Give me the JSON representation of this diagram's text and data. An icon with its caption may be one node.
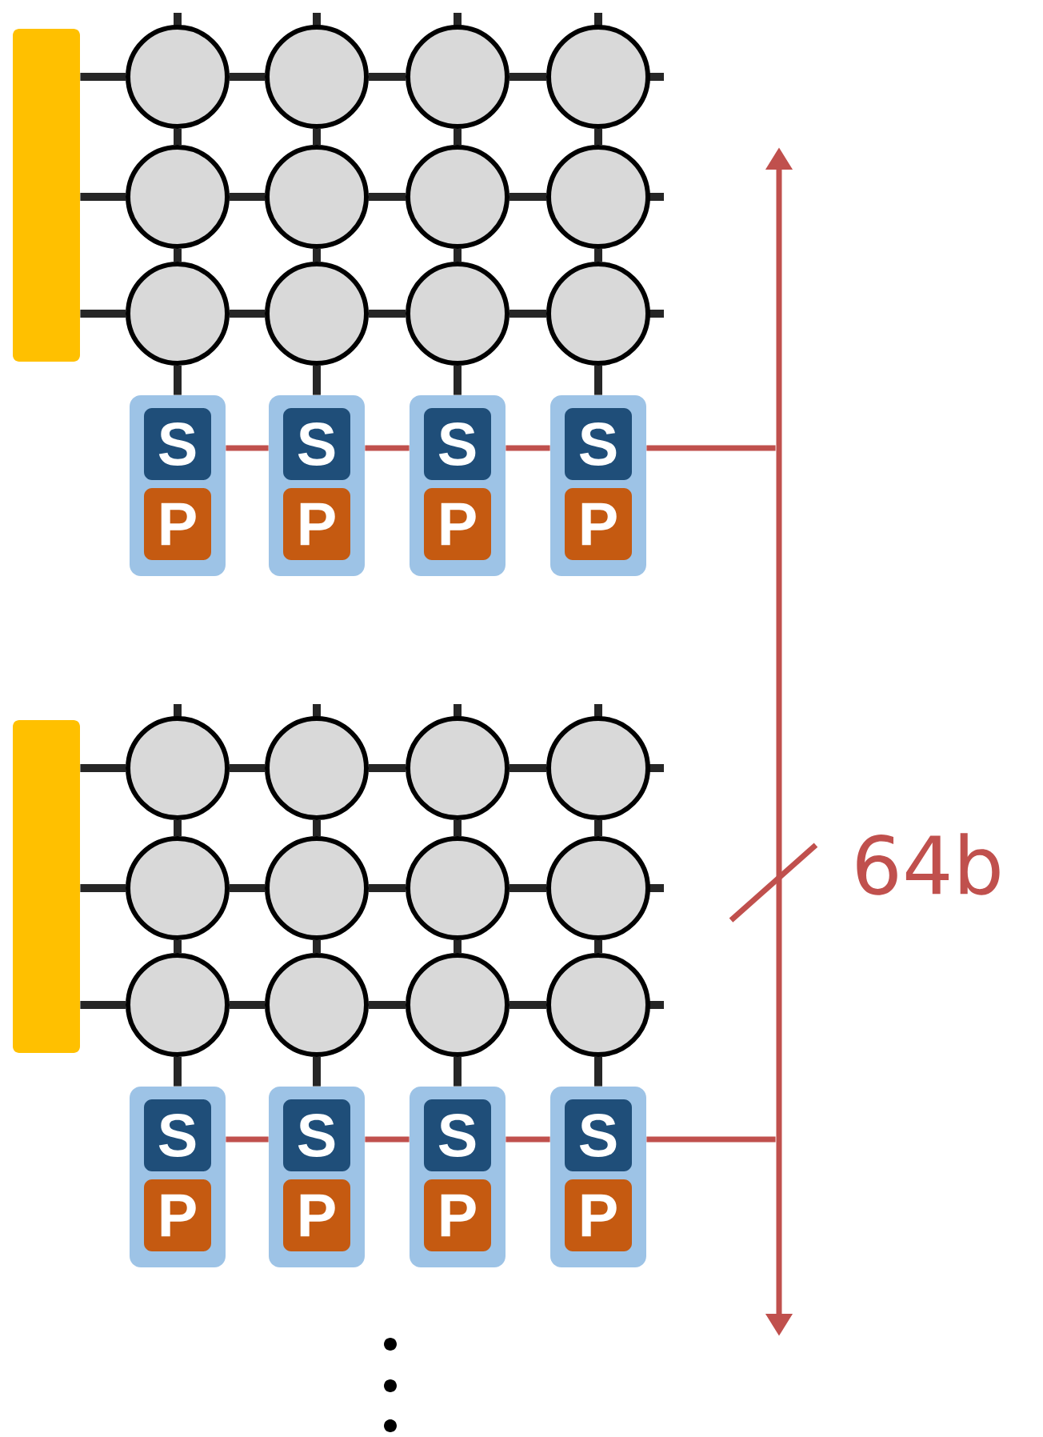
{
  "diagram": {
    "nodes": [
      {
        "text": [],
        "shape": "bar"
      },
      {
        "text": [],
        "shape": "circle"
      },
      {
        "text": [],
        "shape": "circle"
      },
      {
        "text": [],
        "shape": "circle"
      },
      {
        "text": [],
        "shape": "circle"
      },
      {
        "text": [],
        "shape": "circle"
      },
      {
        "text": [],
        "shape": "circle"
      },
      {
        "text": [],
        "shape": "circle"
      },
      {
        "text": [],
        "shape": "circle"
      },
      {
        "text": [],
        "shape": "circle"
      },
      {
        "text": [],
        "shape": "circle"
      },
      {
        "text": [],
        "shape": "circle"
      },
      {
        "text": [],
        "shape": "circle"
      },
      {
        "text": [],
        "shape": "box"
      },
      {
        "text": [
          "S"
        ],
        "in": 13
      },
      {
        "text": [
          "P"
        ],
        "in": 13
      },
      {
        "text": [],
        "shape": "box"
      },
      {
        "text": [
          "S"
        ],
        "in": 16
      },
      {
        "text": [
          "P"
        ],
        "in": 16
      },
      {
        "text": [],
        "shape": "box"
      },
      {
        "text": [
          "S"
        ],
        "in": 19
      },
      {
        "text": [
          "P"
        ],
        "in": 19
      },
      {
        "text": [],
        "shape": "box"
      },
      {
        "text": [
          "S"
        ],
        "in": 22
      },
      {
        "text": [
          "P"
        ],
        "in": 22
      },
      {
        "text": [],
        "shape": "bar"
      },
      {
        "text": [],
        "shape": "circle"
      },
      {
        "text": [],
        "shape": "circle"
      },
      {
        "text": [],
        "shape": "circle"
      },
      {
        "text": [],
        "shape": "circle"
      },
      {
        "text": [],
        "shape": "circle"
      },
      {
        "text": [],
        "shape": "circle"
      },
      {
        "text": [],
        "shape": "circle"
      },
      {
        "text": [],
        "shape": "circle"
      },
      {
        "text": [],
        "shape": "circle"
      },
      {
        "text": [],
        "shape": "circle"
      },
      {
        "text": [],
        "shape": "circle"
      },
      {
        "text": [],
        "shape": "circle"
      },
      {
        "text": [],
        "shape": "box"
      },
      {
        "text": [
          "S"
        ],
        "in": 38
      },
      {
        "text": [
          "P"
        ],
        "in": 38
      },
      {
        "text": [],
        "shape": "box"
      },
      {
        "text": [
          "S"
        ],
        "in": 41
      },
      {
        "text": [
          "P"
        ],
        "in": 41
      },
      {
        "text": [],
        "shape": "box"
      },
      {
        "text": [
          "S"
        ],
        "in": 44
      },
      {
        "text": [
          "P"
        ],
        "in": 44
      },
      {
        "text": [],
        "shape": "box"
      },
      {
        "text": [
          "S"
        ],
        "in": 47
      },
      {
        "text": [
          "P"
        ],
        "in": 47
      },
      {
        "text": [],
        "shape": "bar",
        "beside": [
          "64b"
        ]
      }
    ],
    "edges": [
      {
        "from": 0,
        "to": 1,
        "arrow": "none"
      },
      {
        "from": 0,
        "to": 5,
        "arrow": "none"
      },
      {
        "from": 0,
        "to": 9,
        "arrow": "none"
      },
      {
        "from": 1,
        "to": 2,
        "arrow": "none"
      },
      {
        "from": 2,
        "to": 3,
        "arrow": "none"
      },
      {
        "from": 3,
        "to": 4,
        "arrow": "none"
      },
      {
        "from": 5,
        "to": 6,
        "arrow": "none"
      },
      {
        "from": 6,
        "to": 7,
        "arrow": "none"
      },
      {
        "from": 7,
        "to": 8,
        "arrow": "none"
      },
      {
        "from": 9,
        "to": 10,
        "arrow": "none"
      },
      {
        "from": 10,
        "to": 11,
        "arrow": "none"
      },
      {
        "from": 11,
        "to": 12,
        "arrow": "none"
      },
      {
        "from": 1,
        "to": 5,
        "arrow": "none"
      },
      {
        "from": 2,
        "to": 6,
        "arrow": "none"
      },
      {
        "from": 3,
        "to": 7,
        "arrow": "none"
      },
      {
        "from": 4,
        "to": 8,
        "arrow": "none"
      },
      {
        "from": 5,
        "to": 9,
        "arrow": "none"
      },
      {
        "from": 6,
        "to": 10,
        "arrow": "none"
      },
      {
        "from": 7,
        "to": 11,
        "arrow": "none"
      },
      {
        "from": 8,
        "to": 12,
        "arrow": "none"
      },
      {
        "from": 9,
        "to": 13,
        "arrow": "none"
      },
      {
        "from": 10,
        "to": 16,
        "arrow": "none"
      },
      {
        "from": 11,
        "to": 19,
        "arrow": "none"
      },
      {
        "from": 12,
        "to": 22,
        "arrow": "none"
      },
      {
        "from": 13,
        "to": 16,
        "arrow": "none",
        "color": "#c0504d"
      },
      {
        "from": 16,
        "to": 19,
        "arrow": "none",
        "color": "#c0504d"
      },
      {
        "from": 19,
        "to": 22,
        "arrow": "none",
        "color": "#c0504d"
      },
      {
        "from": 22,
        "to": 50,
        "arrow": "none",
        "color": "#c0504d"
      },
      {
        "from": 25,
        "to": 26,
        "arrow": "none"
      },
      {
        "from": 25,
        "to": 30,
        "arrow": "none"
      },
      {
        "from": 25,
        "to": 34,
        "arrow": "none"
      },
      {
        "from": 26,
        "to": 27,
        "arrow": "none"
      },
      {
        "from": 27,
        "to": 28,
        "arrow": "none"
      },
      {
        "from": 28,
        "to": 29,
        "arrow": "none"
      },
      {
        "from": 30,
        "to": 31,
        "arrow": "none"
      },
      {
        "from": 31,
        "to": 32,
        "arrow": "none"
      },
      {
        "from": 32,
        "to": 33,
        "arrow": "none"
      },
      {
        "from": 34,
        "to": 35,
        "arrow": "none"
      },
      {
        "from": 35,
        "to": 36,
        "arrow": "none"
      },
      {
        "from": 36,
        "to": 37,
        "arrow": "none"
      },
      {
        "from": 26,
        "to": 30,
        "arrow": "none"
      },
      {
        "from": 27,
        "to": 31,
        "arrow": "none"
      },
      {
        "from": 28,
        "to": 32,
        "arrow": "none"
      },
      {
        "from": 29,
        "to": 33,
        "arrow": "none"
      },
      {
        "from": 30,
        "to": 34,
        "arrow": "none"
      },
      {
        "from": 31,
        "to": 35,
        "arrow": "none"
      },
      {
        "from": 32,
        "to": 36,
        "arrow": "none"
      },
      {
        "from": 33,
        "to": 37,
        "arrow": "none"
      },
      {
        "from": 34,
        "to": 38,
        "arrow": "none"
      },
      {
        "from": 35,
        "to": 41,
        "arrow": "none"
      },
      {
        "from": 36,
        "to": 44,
        "arrow": "none"
      },
      {
        "from": 37,
        "to": 47,
        "arrow": "none"
      },
      {
        "from": 38,
        "to": 41,
        "arrow": "none",
        "color": "#c0504d"
      },
      {
        "from": 41,
        "to": 44,
        "arrow": "none",
        "color": "#c0504d"
      },
      {
        "from": 44,
        "to": 47,
        "arrow": "none",
        "color": "#c0504d"
      },
      {
        "from": 47,
        "to": 50,
        "arrow": "none",
        "color": "#c0504d"
      }
    ]
  }
}
